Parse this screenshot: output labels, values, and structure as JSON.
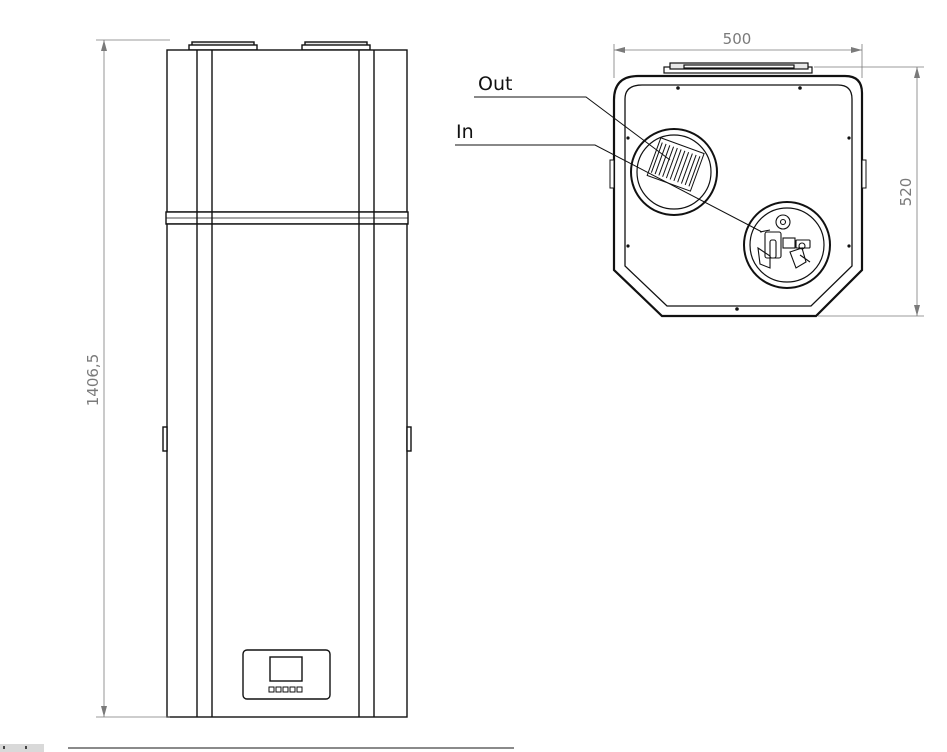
{
  "front_view": {
    "height_dimension": "1406,5"
  },
  "top_view": {
    "width_dimension": "500",
    "depth_dimension": "520",
    "callout_out": "Out",
    "callout_in": "In"
  },
  "colors": {
    "line": "#111111",
    "dimension_line": "#7a7a7a",
    "background": "#ffffff"
  }
}
